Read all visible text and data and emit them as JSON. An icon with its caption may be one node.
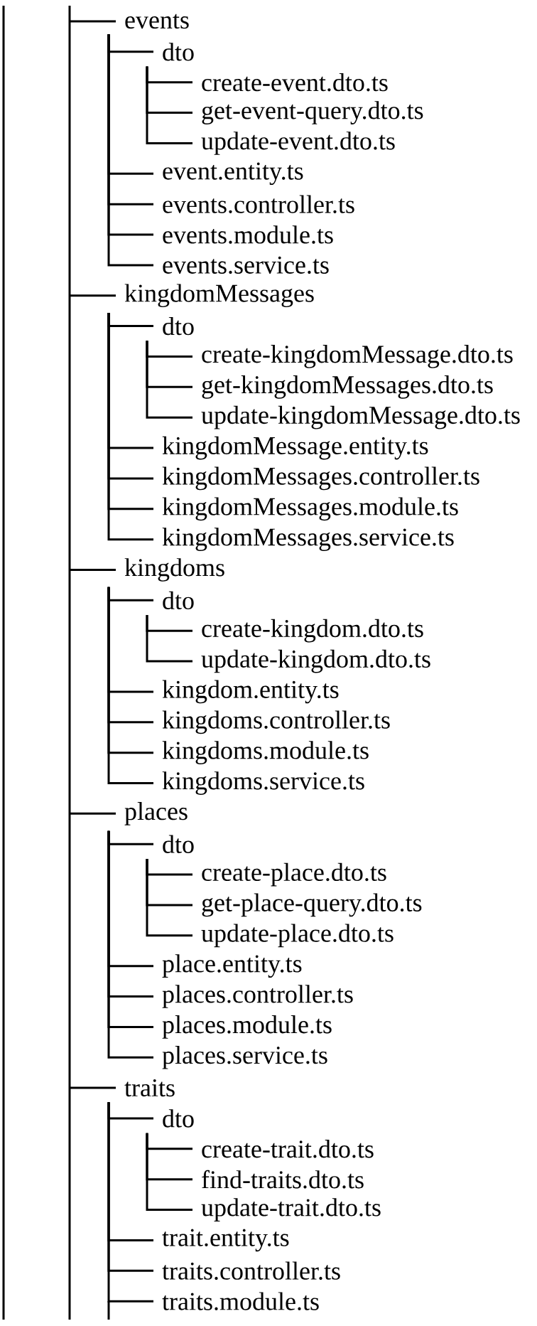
{
  "diagram": {
    "nodes": [
      {
        "text": [
          "events"
        ]
      },
      {
        "text": [
          "dto"
        ]
      },
      {
        "text": [
          "create-event.dto.ts"
        ]
      },
      {
        "text": [
          "get-event-query.dto.ts"
        ]
      },
      {
        "text": [
          "update-event.dto.ts"
        ]
      },
      {
        "text": [
          "event.entity.ts"
        ]
      },
      {
        "text": [
          "events.controller.ts"
        ]
      },
      {
        "text": [
          "events.module.ts"
        ]
      },
      {
        "text": [
          "events.service.ts"
        ]
      },
      {
        "text": [
          "kingdomMessages"
        ]
      },
      {
        "text": [
          "dto"
        ]
      },
      {
        "text": [
          "create-kingdomMessage.dto.ts"
        ]
      },
      {
        "text": [
          "get-kingdomMessages.dto.ts"
        ]
      },
      {
        "text": [
          "update-kingdomMessage.dto.ts"
        ]
      },
      {
        "text": [
          "kingdomMessage.entity.ts"
        ]
      },
      {
        "text": [
          "kingdomMessages.controller.ts"
        ]
      },
      {
        "text": [
          "kingdomMessages.module.ts"
        ]
      },
      {
        "text": [
          "kingdomMessages.service.ts"
        ]
      },
      {
        "text": [
          "kingdoms"
        ]
      },
      {
        "text": [
          "dto"
        ]
      },
      {
        "text": [
          "create-kingdom.dto.ts"
        ]
      },
      {
        "text": [
          "update-kingdom.dto.ts"
        ]
      },
      {
        "text": [
          "kingdom.entity.ts"
        ]
      },
      {
        "text": [
          "kingdoms.controller.ts"
        ]
      },
      {
        "text": [
          "kingdoms.module.ts"
        ]
      },
      {
        "text": [
          "kingdoms.service.ts"
        ]
      },
      {
        "text": [
          "places"
        ]
      },
      {
        "text": [
          "dto"
        ]
      },
      {
        "text": [
          "create-place.dto.ts"
        ]
      },
      {
        "text": [
          "get-place-query.dto.ts"
        ]
      },
      {
        "text": [
          "update-place.dto.ts"
        ]
      },
      {
        "text": [
          "place.entity.ts"
        ]
      },
      {
        "text": [
          "places.controller.ts"
        ]
      },
      {
        "text": [
          "places.module.ts"
        ]
      },
      {
        "text": [
          "places.service.ts"
        ]
      },
      {
        "text": [
          "traits"
        ]
      },
      {
        "text": [
          "dto"
        ]
      },
      {
        "text": [
          "create-trait.dto.ts"
        ]
      },
      {
        "text": [
          "find-traits.dto.ts"
        ]
      },
      {
        "text": [
          "update-trait.dto.ts"
        ]
      },
      {
        "text": [
          "trait.entity.ts"
        ]
      },
      {
        "text": [
          "traits.controller.ts"
        ]
      },
      {
        "text": [
          "traits.module.ts"
        ]
      }
    ],
    "edges": [
      {
        "from": null,
        "to": 0,
        "arrow": "none"
      },
      {
        "from": 0,
        "to": 1,
        "arrow": "none"
      },
      {
        "from": 1,
        "to": 2,
        "arrow": "none"
      },
      {
        "from": 1,
        "to": 3,
        "arrow": "none"
      },
      {
        "from": 1,
        "to": 4,
        "arrow": "none"
      },
      {
        "from": 0,
        "to": 5,
        "arrow": "none"
      },
      {
        "from": 0,
        "to": 6,
        "arrow": "none"
      },
      {
        "from": 0,
        "to": 7,
        "arrow": "none"
      },
      {
        "from": 0,
        "to": 8,
        "arrow": "none"
      },
      {
        "from": null,
        "to": 9,
        "arrow": "none"
      },
      {
        "from": 9,
        "to": 10,
        "arrow": "none"
      },
      {
        "from": 10,
        "to": 11,
        "arrow": "none"
      },
      {
        "from": 10,
        "to": 12,
        "arrow": "none"
      },
      {
        "from": 10,
        "to": 13,
        "arrow": "none"
      },
      {
        "from": 9,
        "to": 14,
        "arrow": "none"
      },
      {
        "from": 9,
        "to": 15,
        "arrow": "none"
      },
      {
        "from": 9,
        "to": 16,
        "arrow": "none"
      },
      {
        "from": 9,
        "to": 17,
        "arrow": "none"
      },
      {
        "from": null,
        "to": 18,
        "arrow": "none"
      },
      {
        "from": 18,
        "to": 19,
        "arrow": "none"
      },
      {
        "from": 19,
        "to": 20,
        "arrow": "none"
      },
      {
        "from": 19,
        "to": 21,
        "arrow": "none"
      },
      {
        "from": 18,
        "to": 22,
        "arrow": "none"
      },
      {
        "from": 18,
        "to": 23,
        "arrow": "none"
      },
      {
        "from": 18,
        "to": 24,
        "arrow": "none"
      },
      {
        "from": 18,
        "to": 25,
        "arrow": "none"
      },
      {
        "from": null,
        "to": 26,
        "arrow": "none"
      },
      {
        "from": 26,
        "to": 27,
        "arrow": "none"
      },
      {
        "from": 27,
        "to": 28,
        "arrow": "none"
      },
      {
        "from": 27,
        "to": 29,
        "arrow": "none"
      },
      {
        "from": 27,
        "to": 30,
        "arrow": "none"
      },
      {
        "from": 26,
        "to": 31,
        "arrow": "none"
      },
      {
        "from": 26,
        "to": 32,
        "arrow": "none"
      },
      {
        "from": 26,
        "to": 33,
        "arrow": "none"
      },
      {
        "from": 26,
        "to": 34,
        "arrow": "none"
      },
      {
        "from": null,
        "to": 35,
        "arrow": "none"
      },
      {
        "from": 35,
        "to": 36,
        "arrow": "none"
      },
      {
        "from": 36,
        "to": 37,
        "arrow": "none"
      },
      {
        "from": 36,
        "to": 38,
        "arrow": "none"
      },
      {
        "from": 36,
        "to": 39,
        "arrow": "none"
      },
      {
        "from": 35,
        "to": 40,
        "arrow": "none"
      },
      {
        "from": 35,
        "to": 41,
        "arrow": "none"
      },
      {
        "from": 35,
        "to": 42,
        "arrow": "none"
      }
    ]
  }
}
